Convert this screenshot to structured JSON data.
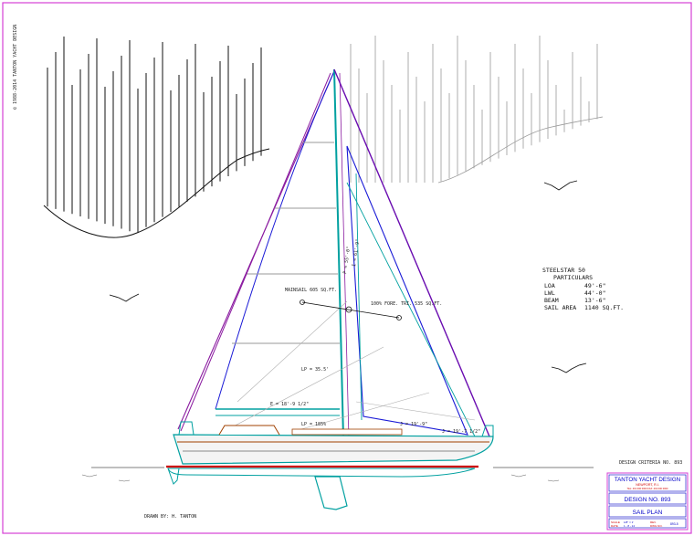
{
  "copyright": "© 1988-2014 TANTON YACHT DESIGN",
  "specs": {
    "title": "STEELSTAR 50",
    "subtitle": "PARTICULARS",
    "rows": [
      {
        "label": "LOA",
        "value": "49'-6\""
      },
      {
        "label": "LWL",
        "value": "44'-0\""
      },
      {
        "label": "BEAM",
        "value": "13'-6\""
      },
      {
        "label": "SAIL AREA",
        "value": "1140 SQ.FT."
      }
    ]
  },
  "annotations": {
    "main_area": "MAINSAIL 605 SQ.FT.",
    "jib_area": "100% FORE. TRI. 535 SQ.FT.",
    "p_dim": "P = 55'-0\"",
    "i_dim": "I = 61'-9\"",
    "lp_top": "LP = 35.5'",
    "e_dim": "E = 18'-9 1/2\"",
    "lp_bottom": "LP = 185%",
    "j_dim": "J = 19'-7 1/2\"",
    "j_small": "J = 19'-9\"",
    "small_note": "DRAWN BY: H. TANTON",
    "scale_note": "DESIGN CRITERIA NO. 893"
  },
  "title_block": {
    "firm": "TANTON YACHT DESIGN",
    "firm_sub1": "NEWPORT, R.I.",
    "firm_sub2": "TEL: 401 000 0000  FAX: 401 000 0000",
    "design_no": "DESIGN NO. 893",
    "sheet": "SAIL PLAN",
    "scale_label": "SCALE",
    "scale_val": "1/8\" = 1'",
    "date_label": "DATE",
    "date_val": "1 - 8 - 14",
    "rev_label": "REV.",
    "drawn_label": "DWG NO.",
    "dwg_val": "893-5"
  },
  "colors": {
    "border": "#d640d6",
    "hull_teal": "#00a0a0",
    "waterline_red": "#cc0000",
    "forestay": "#6a0cb0",
    "jib": "#1a1ad6",
    "title_red": "#d00000",
    "title_blue": "#0000c8"
  }
}
